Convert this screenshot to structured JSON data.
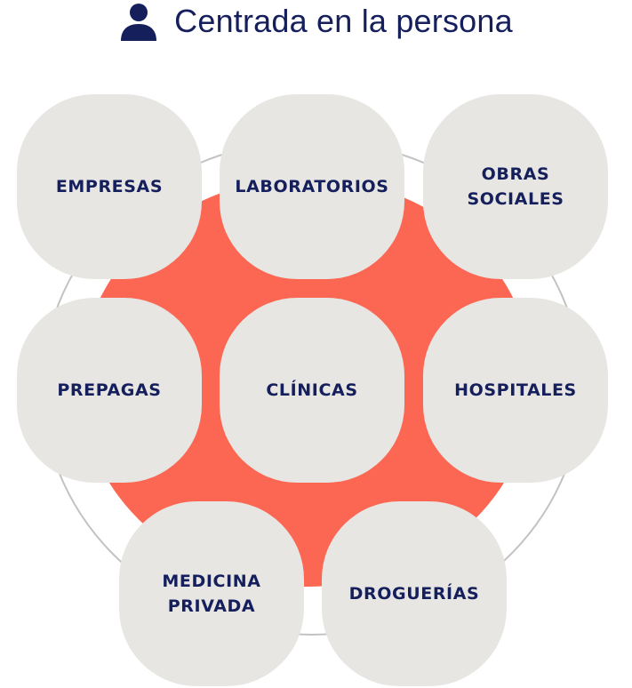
{
  "header": {
    "title": "Centrada en la persona",
    "icon": "person-icon"
  },
  "colors": {
    "primary_text": "#141f5c",
    "accent_circle": "#fb6752",
    "node_fill": "#e8e6e3",
    "outer_ring": "#c2c2c2"
  },
  "nodes": {
    "empresas": "EMPRESAS",
    "laboratorios": "LABORATORIOS",
    "obras_sociales": "OBRAS\nSOCIALES",
    "prepagas": "PREPAGAS",
    "clinicas": "CLÍNICAS",
    "hospitales": "HOSPITALES",
    "medicina_privada": "MEDICINA\nPRIVADA",
    "droguerias": "DROGUERÍAS"
  }
}
